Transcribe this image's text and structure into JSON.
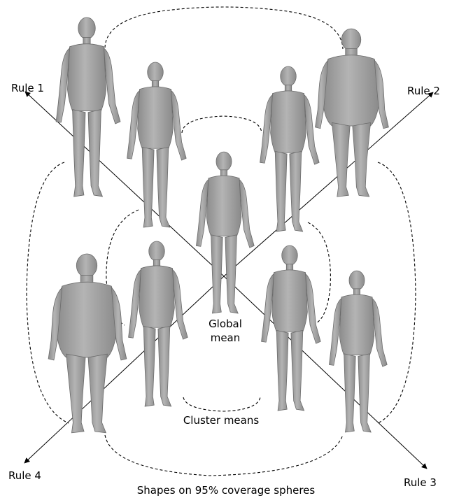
{
  "labels": {
    "rule1": "Rule 1",
    "rule2": "Rule 2",
    "rule3": "Rule 3",
    "rule4": "Rule 4",
    "global_mean_line1": "Global",
    "global_mean_line2": "mean",
    "cluster_means": "Cluster means",
    "coverage": "Shapes on 95% coverage spheres"
  },
  "colors": {
    "figure_fill": "#a4a4a4",
    "figure_shade": "#7e7e7e",
    "figure_light": "#c8c8c8",
    "stroke": "#000000",
    "background": "#ffffff"
  }
}
